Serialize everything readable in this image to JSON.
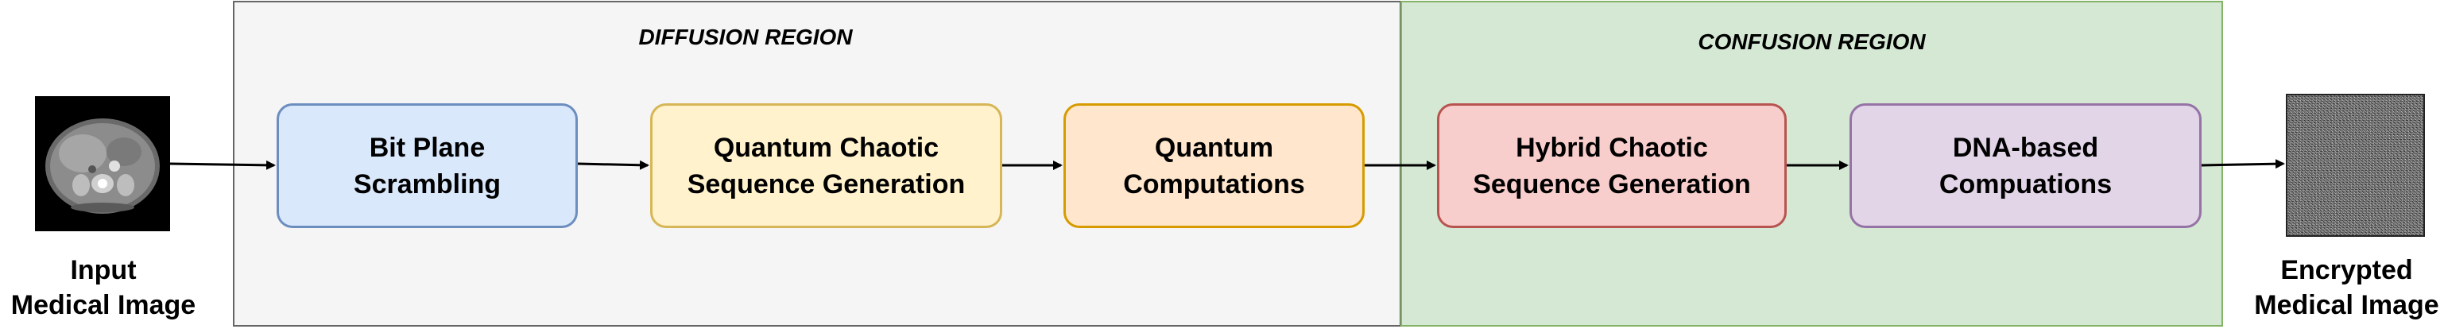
{
  "regions": {
    "diffusion": {
      "title": "DIFFUSION REGION",
      "fill": "#f5f5f5",
      "stroke": "#666666"
    },
    "confusion": {
      "title": "CONFUSION REGION",
      "fill": "#d5e8d4",
      "stroke": "#82b366"
    }
  },
  "steps": {
    "bit_plane": {
      "label": "Bit Plane\nScrambling",
      "fill": "#dae8fc",
      "stroke": "#6c8ebf"
    },
    "quantum_chaotic": {
      "label": "Quantum Chaotic\nSequence Generation",
      "fill": "#fff2cc",
      "stroke": "#d6b656"
    },
    "quantum_computations": {
      "label": "Quantum\nComputations",
      "fill": "#ffe6cc",
      "stroke": "#d79b00"
    },
    "hybrid_chaotic": {
      "label": "Hybrid Chaotic\nSequence Generation",
      "fill": "#f8cecc",
      "stroke": "#b85450"
    },
    "dna_based": {
      "label": "DNA-based\nCompuations",
      "fill": "#e1d5e7",
      "stroke": "#9673a6"
    }
  },
  "input": {
    "label": "Input\nMedical Image",
    "icon": "ct-scan-image"
  },
  "output": {
    "label": "Encrypted\nMedical Image",
    "icon": "noise-image"
  }
}
